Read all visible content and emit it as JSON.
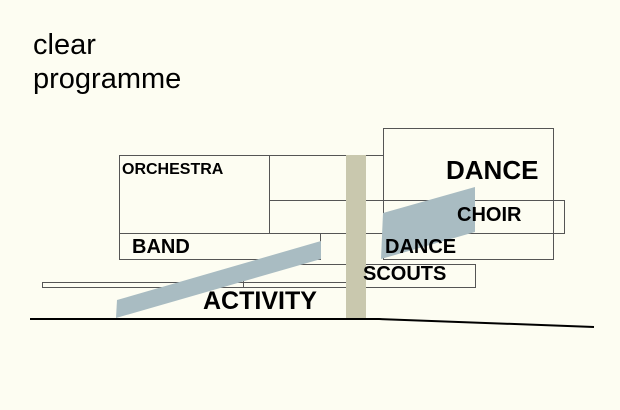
{
  "title_lines": [
    "clear",
    "programme"
  ],
  "labels": {
    "orchestra": "ORCHESTRA",
    "dance_top": "DANCE",
    "choir": "CHOIR",
    "band": "BAND",
    "dance_bottom": "DANCE",
    "scouts": "SCOUTS",
    "activity": "ACTIVITY"
  },
  "colors": {
    "background": "#fdfdf2",
    "vertical_band": "#c9c8ae",
    "diagonal_band": "#a9bcc2",
    "outline": "#555555"
  }
}
